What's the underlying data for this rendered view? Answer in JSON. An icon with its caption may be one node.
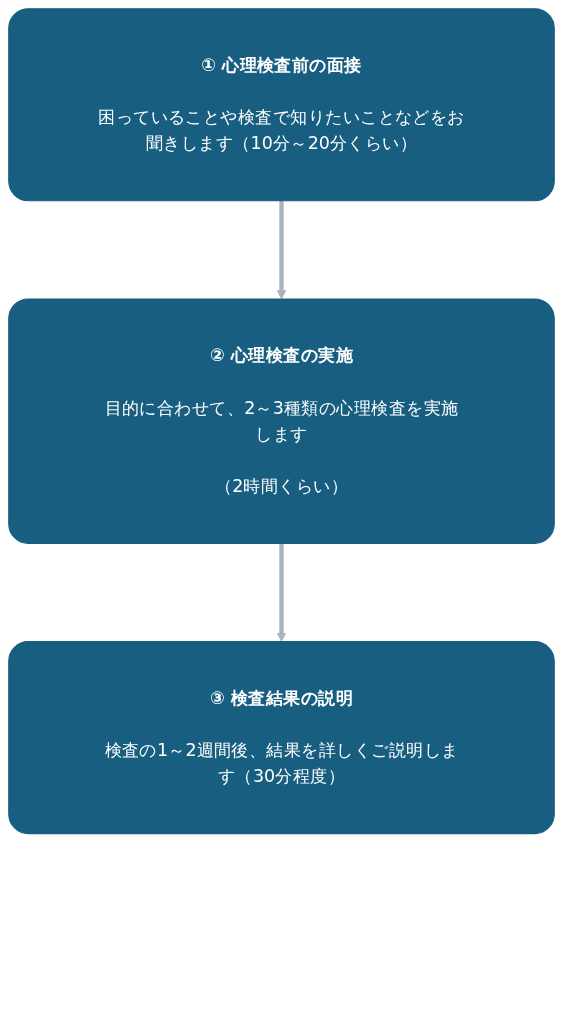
{
  "diagram": {
    "nodes": [
      {
        "text": [
          "① 心理検査前の面接",
          "困っていることや検査で知りたいことなどをお聞きします（10分～20分くらい）"
        ]
      },
      {
        "text": [
          "② 心理検査の実施",
          "目的に合わせて、2～3種類の心理検査を実施します",
          "（2時間くらい）"
        ]
      },
      {
        "text": [
          "③ 検査結果の説明",
          "検査の1～2週間後、結果を詳しくご説明します（30分程度）"
        ]
      }
    ],
    "edges": [
      {
        "from": 0,
        "to": 1,
        "arrow": "to"
      },
      {
        "from": 1,
        "to": 2,
        "arrow": "to"
      }
    ]
  }
}
